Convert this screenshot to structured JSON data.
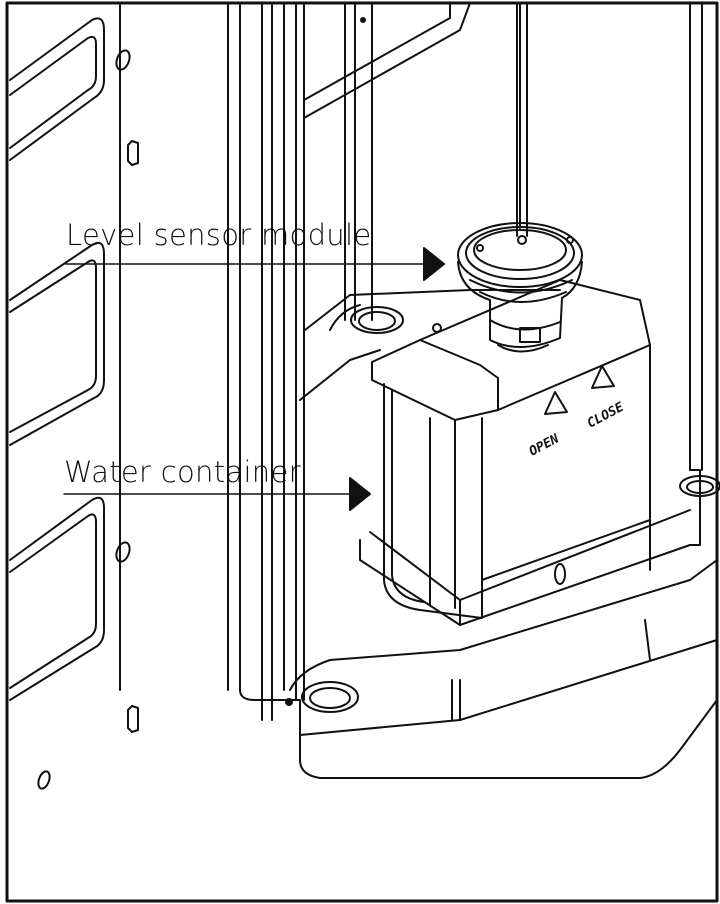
{
  "callouts": {
    "level_sensor_module": "Level sensor module",
    "water_container": "Water container"
  },
  "container_markings": {
    "open": "OPEN",
    "close": "CLOSE"
  },
  "colors": {
    "line": "#111111",
    "background": "#ffffff"
  }
}
